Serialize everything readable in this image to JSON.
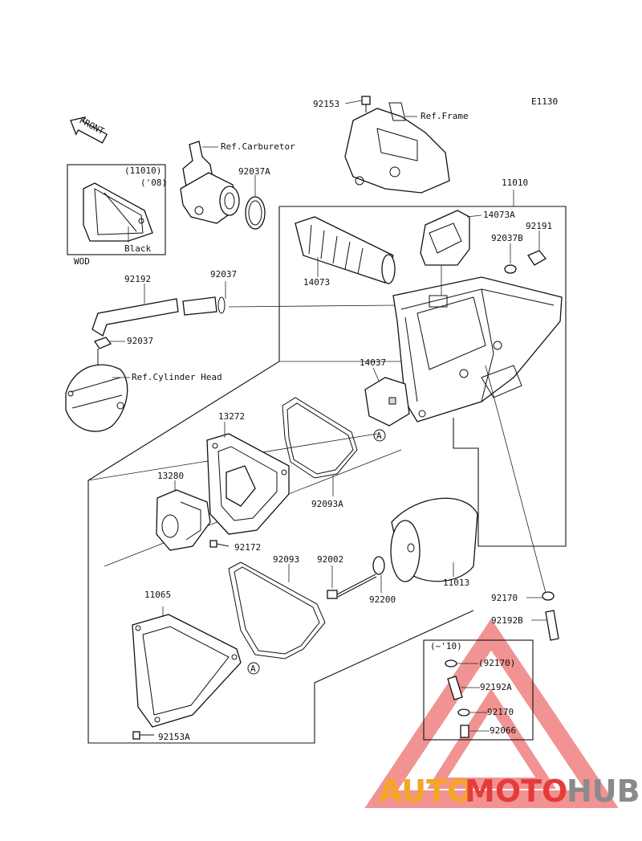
{
  "diagram_code": "E1130",
  "front_label": "FRONT",
  "labels": {
    "p92153_top": "92153",
    "ref_frame": "Ref.Frame",
    "ref_carburetor": "Ref.Carburetor",
    "p92037A": "92037A",
    "p11010_inset": "(11010)",
    "p08": "('08)",
    "black": "Black",
    "wod": "WOD",
    "p11010": "11010",
    "p14073A": "14073A",
    "p92037B": "92037B",
    "p92191": "92191",
    "p14073": "14073",
    "p92192": "92192",
    "p92037_a": "92037",
    "p92037_b": "92037",
    "ref_cyl_head": "Ref.Cylinder Head",
    "p14037": "14037",
    "p13272": "13272",
    "p13280": "13280",
    "p92093A": "92093A",
    "p92172": "92172",
    "p92093": "92093",
    "p92002": "92002",
    "p92200": "92200",
    "p11013": "11013",
    "p11065": "11065",
    "p92170": "92170",
    "p92192B": "92192B",
    "p92153A": "92153A",
    "callout_a": "A",
    "callout_b": "A"
  },
  "inset": {
    "header": "(~'10)",
    "p92170_paren": "(92170)",
    "p92192A": "92192A",
    "p92170": "92170",
    "p92066": "92066"
  },
  "watermark": {
    "auto": "AUTO",
    "moto": "MOTO",
    "hub": "HUB",
    "colors": {
      "auto": "#f5a623",
      "moto": "#e63b3b",
      "hub": "#8a8a8a",
      "triangle": "#e63b3b"
    }
  }
}
